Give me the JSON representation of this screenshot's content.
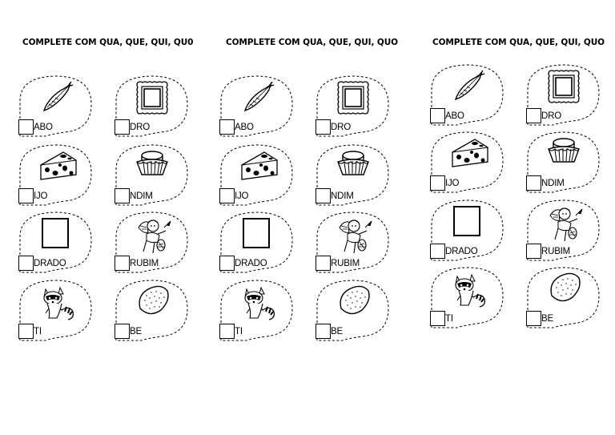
{
  "panels": [
    {
      "title": "COMPLETE COM QUA, QUE, QUI, QU0",
      "cards": [
        {
          "icon": "pepper-icon",
          "syllable": "ABO"
        },
        {
          "icon": "frame-icon",
          "syllable": "DRO"
        },
        {
          "icon": "cheese-icon",
          "syllable": "IJO"
        },
        {
          "icon": "cupcake-icon",
          "syllable": "NDIM"
        },
        {
          "icon": "square-icon",
          "syllable": "DRADO"
        },
        {
          "icon": "cherub-icon",
          "syllable": "RUBIM"
        },
        {
          "icon": "raccoon-icon",
          "syllable": "TI"
        },
        {
          "icon": "seed-icon",
          "syllable": "BE"
        }
      ]
    },
    {
      "title": "COMPLETE COM QUA, QUE, QUI, QUO",
      "cards": [
        {
          "icon": "pepper-icon",
          "syllable": "ABO"
        },
        {
          "icon": "frame-icon",
          "syllable": "DRO"
        },
        {
          "icon": "cheese-icon",
          "syllable": "IJO"
        },
        {
          "icon": "cupcake-icon",
          "syllable": "NDIM"
        },
        {
          "icon": "square-icon",
          "syllable": "DRADO"
        },
        {
          "icon": "cherub-icon",
          "syllable": "RUBIM"
        },
        {
          "icon": "raccoon-icon",
          "syllable": "TI"
        },
        {
          "icon": "seed-icon",
          "syllable": "BE"
        }
      ]
    },
    {
      "title": "COMPLETE COM QUA, QUE, QUI, QUO",
      "cards": [
        {
          "icon": "pepper-icon",
          "syllable": "ABO"
        },
        {
          "icon": "frame-icon",
          "syllable": "DRO"
        },
        {
          "icon": "cheese-icon",
          "syllable": "IJO"
        },
        {
          "icon": "cupcake-icon",
          "syllable": "NDIM"
        },
        {
          "icon": "square-icon",
          "syllable": "DRADO"
        },
        {
          "icon": "cherub-icon",
          "syllable": "RUBIM"
        },
        {
          "icon": "raccoon-icon",
          "syllable": "TI"
        },
        {
          "icon": "seed-icon",
          "syllable": "BE"
        }
      ]
    }
  ]
}
